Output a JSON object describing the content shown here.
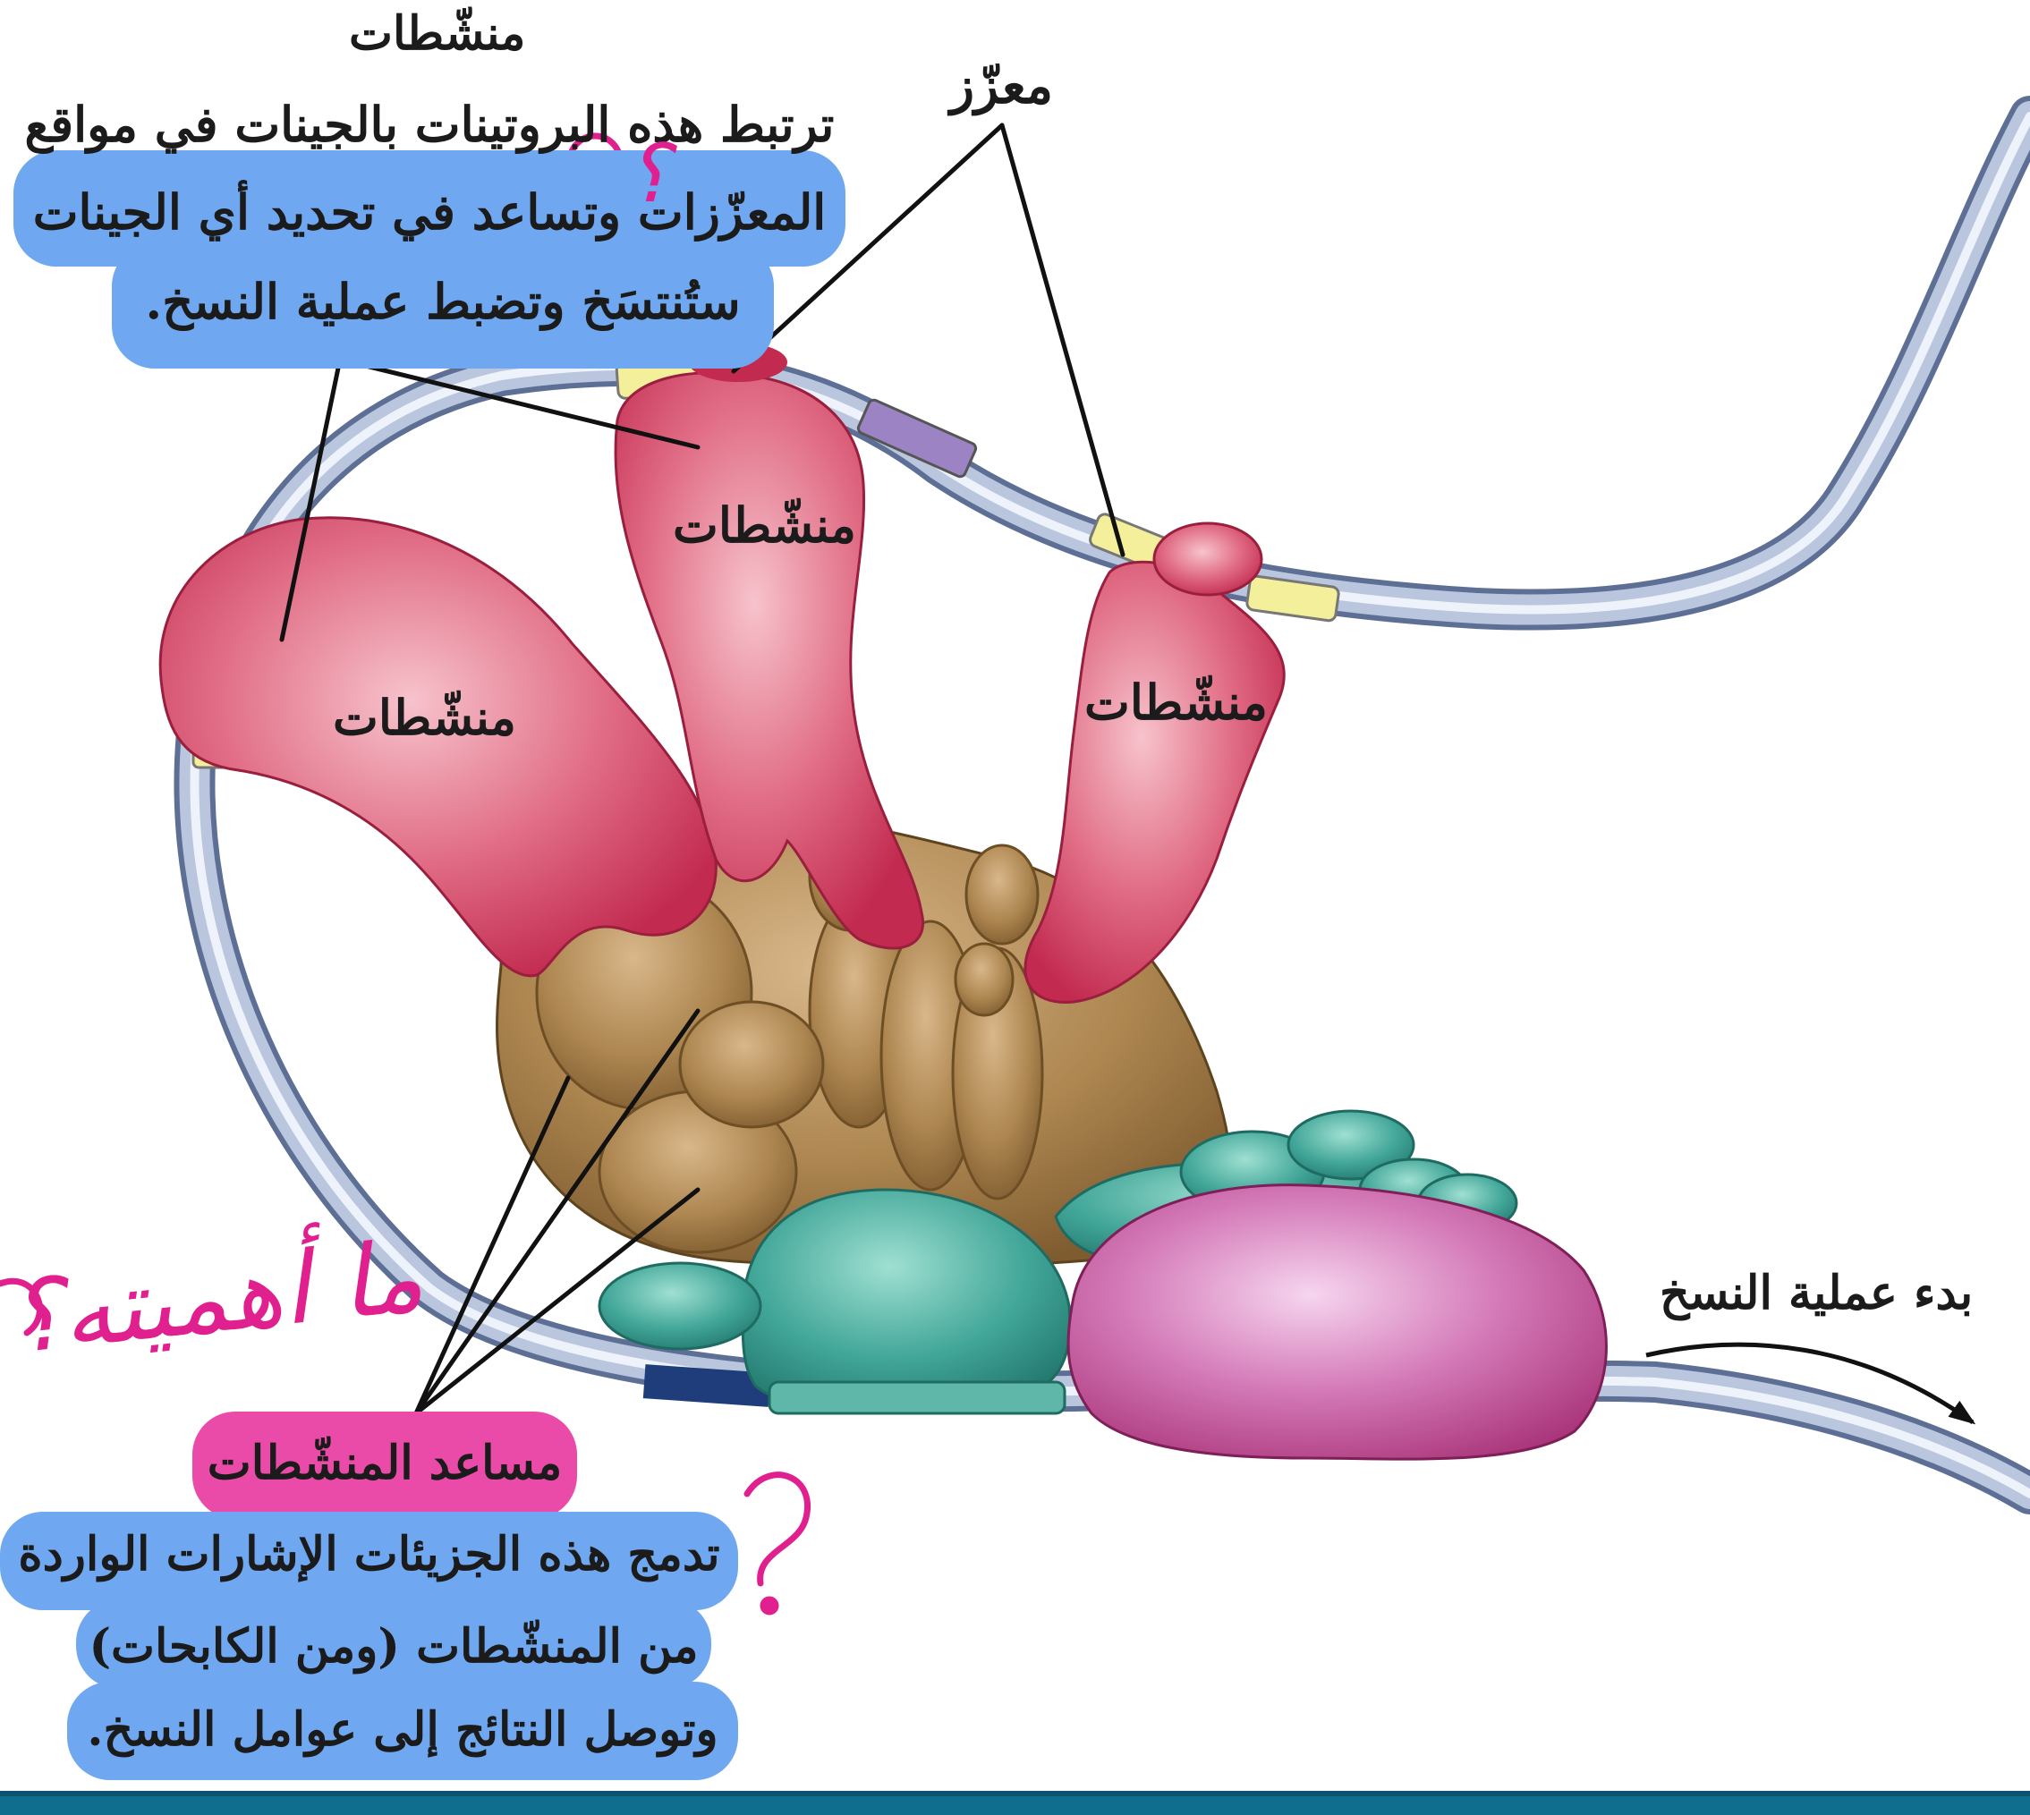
{
  "labels": {
    "activators_top": "منشّطات",
    "activators_left": "منشّطات",
    "activators_middle": "منشّطات",
    "activators_right": "منشّطات",
    "enhancer": "معزّز",
    "start_transcription": "بدء عملية النسخ",
    "coactivator": "مساعد المنشّطات"
  },
  "activators_desc": {
    "line1": "ترتبط هذه البروتينات بالجينات في مواقع",
    "line2": "المعزّزات وتساعد في تحديد أي الجينات",
    "line3": "ستُنتسَخ وتضبط عملية النسخ."
  },
  "coactivator_desc": {
    "line1": "تدمج هذه الجزيئات الإشارات الواردة",
    "line2": "من المنشّطات (ومن الكابحات)",
    "line3": "وتوصل النتائج إلى عوامل النسخ."
  },
  "handwriting": {
    "importance_note": "ما أهميته؟",
    "question_mark": "؟"
  },
  "colors": {
    "dna_strand": "#b9c6de",
    "enhancer_segment": "#f4ef9a",
    "activator": "#d94c6a",
    "coactivator": "#a88350",
    "transcription_factor": "#3fa094",
    "rna_polymerase": "#c04d8e",
    "highlight_blue": "#6fa8f0",
    "highlight_pink": "#ea4ba8",
    "handwriting": "#e0208e"
  }
}
